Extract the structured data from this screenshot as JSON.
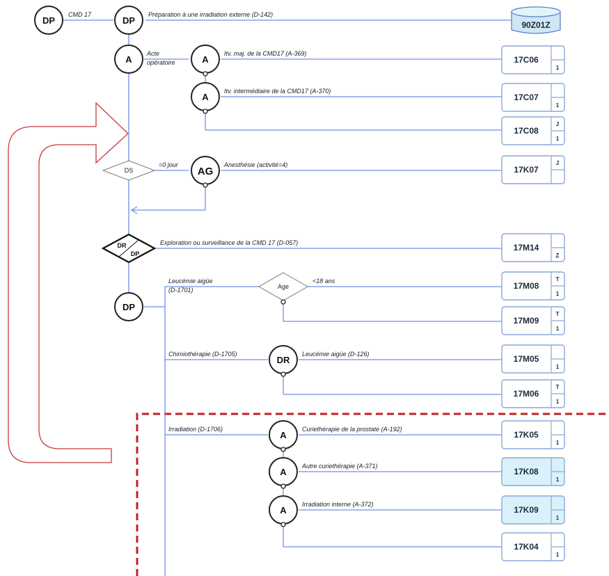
{
  "colors": {
    "wire": "#6f8fe0",
    "box_border": "#8aa8d8",
    "box_fill": "#ffffff",
    "box_highlight_fill": "#d9f1fb",
    "arrow_outline": "#c83a3a",
    "dashed_border": "#c41f1f",
    "cylinder_fill": "#cfe6f5"
  },
  "start_node": {
    "text": "DP",
    "label": "CMD 17"
  },
  "top_node": {
    "text": "DP",
    "label": "Préparation à une irradiation externe (D-142)"
  },
  "top_result": {
    "code": "90Z01Z"
  },
  "acte_node": {
    "text": "A",
    "label_line1": "Acte",
    "label_line2": "opératoire"
  },
  "sub_a1": {
    "text": "A",
    "label": "Itv. maj. de la CMD17 (A-369)"
  },
  "sub_a2": {
    "text": "A",
    "label": "Itv. intermédiaire de la CMD17 (A-370)"
  },
  "ds_node": {
    "text": "DS",
    "label": "=0 jour"
  },
  "ag_node": {
    "text": "AG",
    "label": "Anesthésie (activité=4)"
  },
  "drdp_node": {
    "top": "DR",
    "bottom": "DP",
    "label": "Exploration ou surveillance de la CMD 17 (D-057)"
  },
  "dp_node": {
    "text": "DP"
  },
  "branch_leuc": {
    "label_line1": "Leucémie aigüe",
    "label_line2": "(D-1701)"
  },
  "age_node": {
    "text": "Age",
    "label": "<18 ans"
  },
  "branch_chimio": {
    "label": "Chimiothérapie (D-1705)"
  },
  "dr_node": {
    "text": "DR",
    "label": "Leucémie aigüe (D-126)"
  },
  "branch_irr": {
    "label": "Irradiation (D-1706)"
  },
  "irr_a1": {
    "text": "A",
    "label": "Curiethérapie de la prostate  (A-192)"
  },
  "irr_a2": {
    "text": "A",
    "label": "Autre curiethérapie (A-371)"
  },
  "irr_a3": {
    "text": "A",
    "label": "Irradiation interne (A-372)"
  },
  "boxes": [
    {
      "code": "17C06",
      "tag_top": "",
      "tag_bottom": "1",
      "highlight": false
    },
    {
      "code": "17C07",
      "tag_top": "",
      "tag_bottom": "1",
      "highlight": false
    },
    {
      "code": "17C08",
      "tag_top": "J",
      "tag_bottom": "1",
      "highlight": false
    },
    {
      "code": "17K07",
      "tag_top": "J",
      "tag_bottom": "",
      "highlight": false
    },
    {
      "code": "17M14",
      "tag_top": "",
      "tag_bottom": "Z",
      "highlight": false
    },
    {
      "code": "17M08",
      "tag_top": "T",
      "tag_bottom": "1",
      "highlight": false
    },
    {
      "code": "17M09",
      "tag_top": "T",
      "tag_bottom": "1",
      "highlight": false
    },
    {
      "code": "17M05",
      "tag_top": "",
      "tag_bottom": "1",
      "highlight": false
    },
    {
      "code": "17M06",
      "tag_top": "T",
      "tag_bottom": "1",
      "highlight": false
    },
    {
      "code": "17K05",
      "tag_top": "",
      "tag_bottom": "1",
      "highlight": false
    },
    {
      "code": "17K08",
      "tag_top": "",
      "tag_bottom": "1",
      "highlight": true
    },
    {
      "code": "17K09",
      "tag_top": "",
      "tag_bottom": "1",
      "highlight": true
    },
    {
      "code": "17K04",
      "tag_top": "",
      "tag_bottom": "1",
      "highlight": false
    }
  ]
}
